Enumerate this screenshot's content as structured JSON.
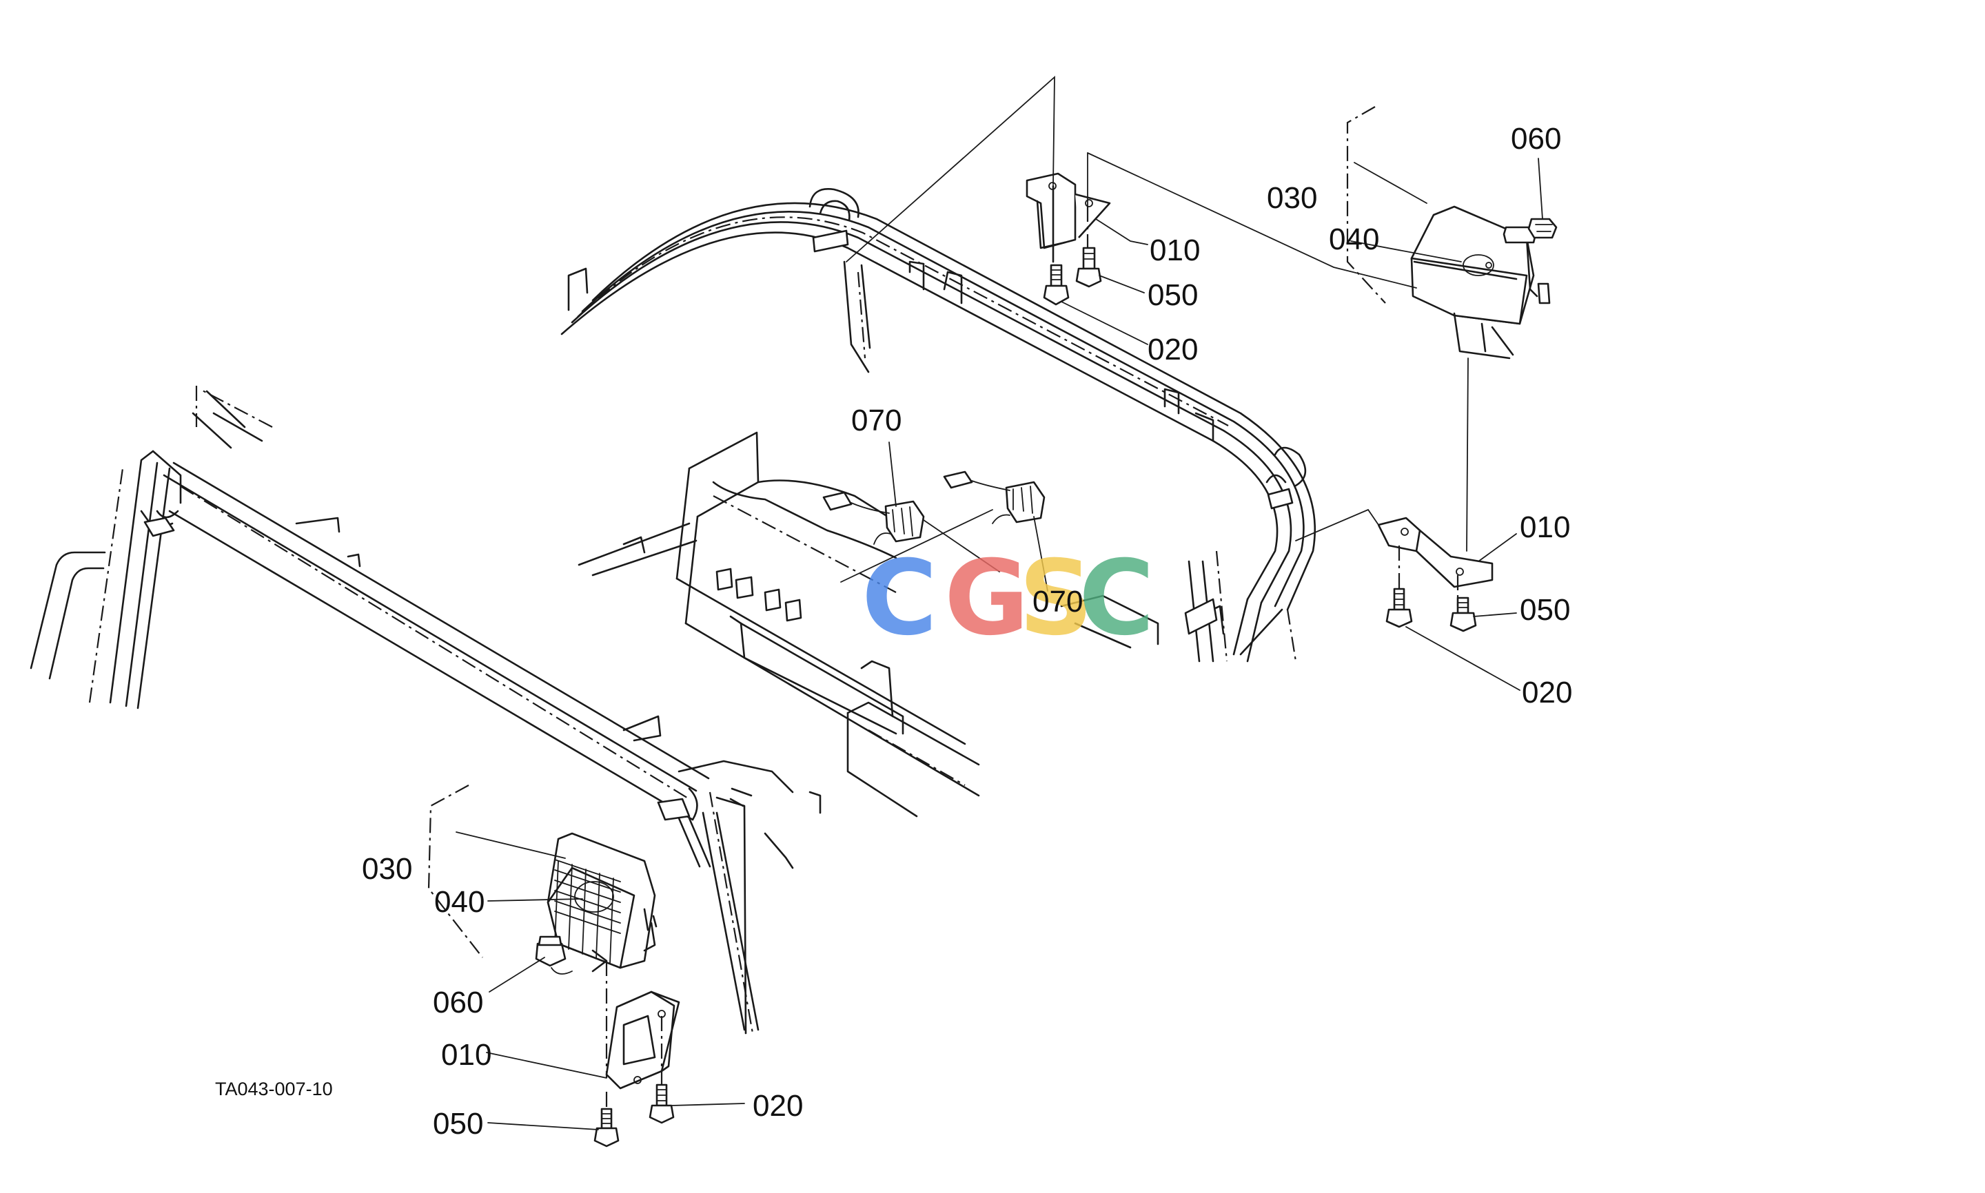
{
  "figure_code": "TA043-007-10",
  "callouts": {
    "l010_top": "010",
    "l050_top": "050",
    "l020_top": "020",
    "l030_right": "030",
    "l040_right": "040",
    "l060_right": "060",
    "l070_upper": "070",
    "l070_lower": "070",
    "l010_right": "010",
    "l050_right": "050",
    "l020_right": "020",
    "l030_left": "030",
    "l040_left": "040",
    "l060_left": "060",
    "l010_left": "010",
    "l050_left": "050",
    "l020_left": "020"
  },
  "watermark": {
    "letters": [
      "C",
      "G",
      "S",
      "C"
    ],
    "colors": [
      "#4a86e8",
      "#ea6b66",
      "#f2c94c",
      "#4fae7f"
    ]
  }
}
